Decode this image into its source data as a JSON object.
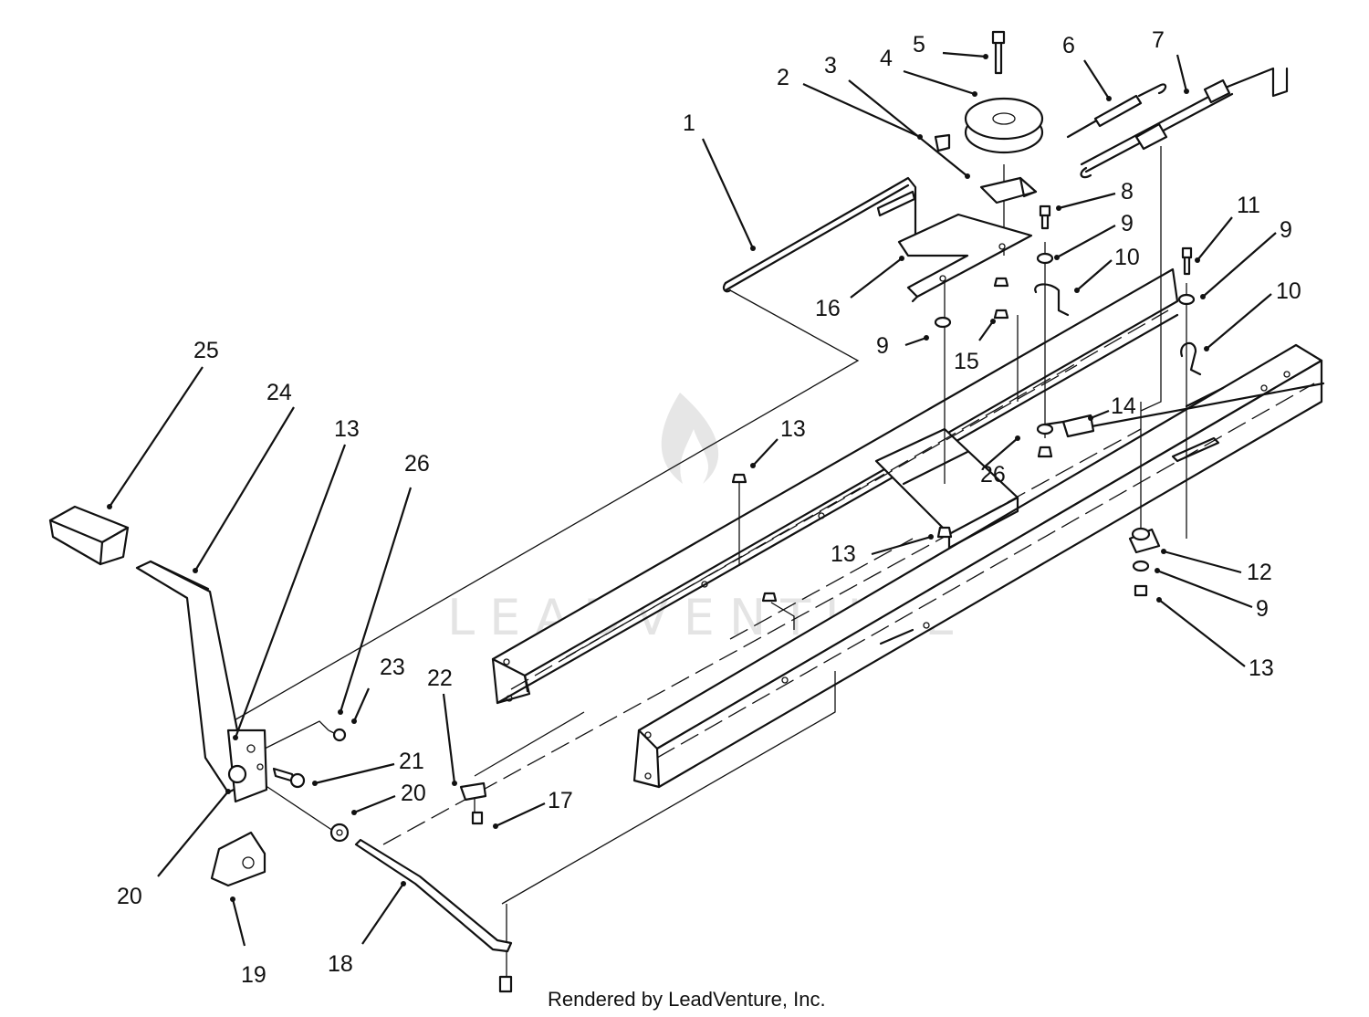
{
  "footer": {
    "text": "Rendered by LeadVenture, Inc."
  },
  "watermark": {
    "text": "LEADVENTURE"
  },
  "callouts": [
    {
      "id": "c-1",
      "label": "1"
    },
    {
      "id": "c-2",
      "label": "2"
    },
    {
      "id": "c-3",
      "label": "3"
    },
    {
      "id": "c-4",
      "label": "4"
    },
    {
      "id": "c-5",
      "label": "5"
    },
    {
      "id": "c-6",
      "label": "6"
    },
    {
      "id": "c-7",
      "label": "7"
    },
    {
      "id": "c-8",
      "label": "8"
    },
    {
      "id": "c-9a",
      "label": "9"
    },
    {
      "id": "c-10a",
      "label": "10"
    },
    {
      "id": "c-11",
      "label": "11"
    },
    {
      "id": "c-9b",
      "label": "9"
    },
    {
      "id": "c-10b",
      "label": "10"
    },
    {
      "id": "c-16",
      "label": "16"
    },
    {
      "id": "c-9c",
      "label": "9"
    },
    {
      "id": "c-15",
      "label": "15"
    },
    {
      "id": "c-14",
      "label": "14"
    },
    {
      "id": "c-26a",
      "label": "26"
    },
    {
      "id": "c-13a",
      "label": "13"
    },
    {
      "id": "c-13b",
      "label": "13"
    },
    {
      "id": "c-12",
      "label": "12"
    },
    {
      "id": "c-9d",
      "label": "9"
    },
    {
      "id": "c-13c",
      "label": "13"
    },
    {
      "id": "c-25",
      "label": "25"
    },
    {
      "id": "c-24",
      "label": "24"
    },
    {
      "id": "c-13d",
      "label": "13"
    },
    {
      "id": "c-26b",
      "label": "26"
    },
    {
      "id": "c-23",
      "label": "23"
    },
    {
      "id": "c-22",
      "label": "22"
    },
    {
      "id": "c-21",
      "label": "21"
    },
    {
      "id": "c-20a",
      "label": "20"
    },
    {
      "id": "c-17",
      "label": "17"
    },
    {
      "id": "c-20b",
      "label": "20"
    },
    {
      "id": "c-19",
      "label": "19"
    },
    {
      "id": "c-18",
      "label": "18"
    }
  ]
}
